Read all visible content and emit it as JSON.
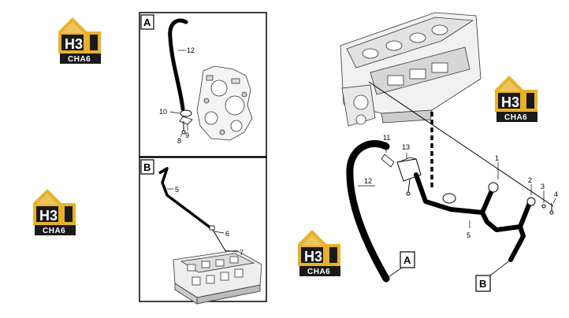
{
  "logo": {
    "mark": "H3",
    "word": "CHA6",
    "colors": {
      "gold": "#e9b12a",
      "dark": "#1a1a1a"
    }
  },
  "panels": {
    "A": "A",
    "B": "B"
  },
  "pointers": {
    "A": "A",
    "B": "B"
  },
  "callouts": {
    "panel_a": {
      "c12": "12",
      "c10": "10",
      "c9": "9",
      "c8": "8"
    },
    "panel_b": {
      "c5": "5",
      "c6": "6",
      "c7": "7"
    },
    "main": {
      "c11": "11",
      "c13": "13",
      "c12": "12",
      "c1": "1",
      "c2": "2",
      "c3": "3",
      "c4": "4",
      "c5": "5"
    }
  }
}
